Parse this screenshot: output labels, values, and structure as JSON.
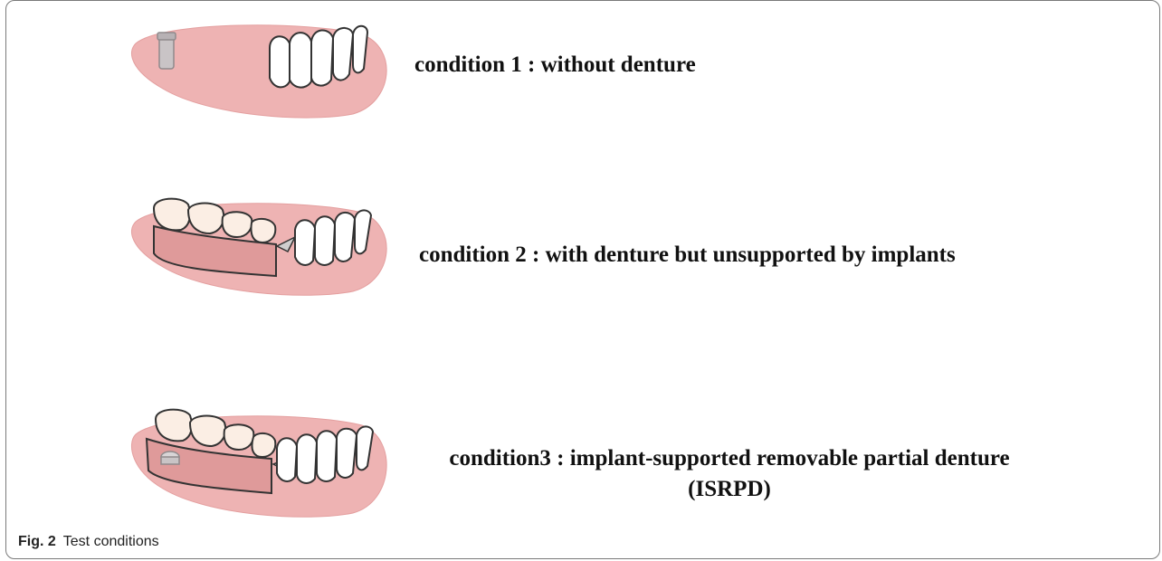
{
  "conditions": [
    {
      "text": "condition 1 : without denture"
    },
    {
      "text": "condition 2 : with denture but unsupported by implants"
    },
    {
      "text": "condition3 : implant-supported removable partial denture",
      "text2": "(ISRPD)"
    }
  ],
  "caption": {
    "label": "Fig. 2",
    "text": "Test conditions"
  },
  "colors": {
    "gum": "#eeb3b3",
    "gum_dark": "#d58f8f",
    "tooth": "#ffffff",
    "denture_tooth": "#fbeee4",
    "implant": "#c9c4c6"
  }
}
